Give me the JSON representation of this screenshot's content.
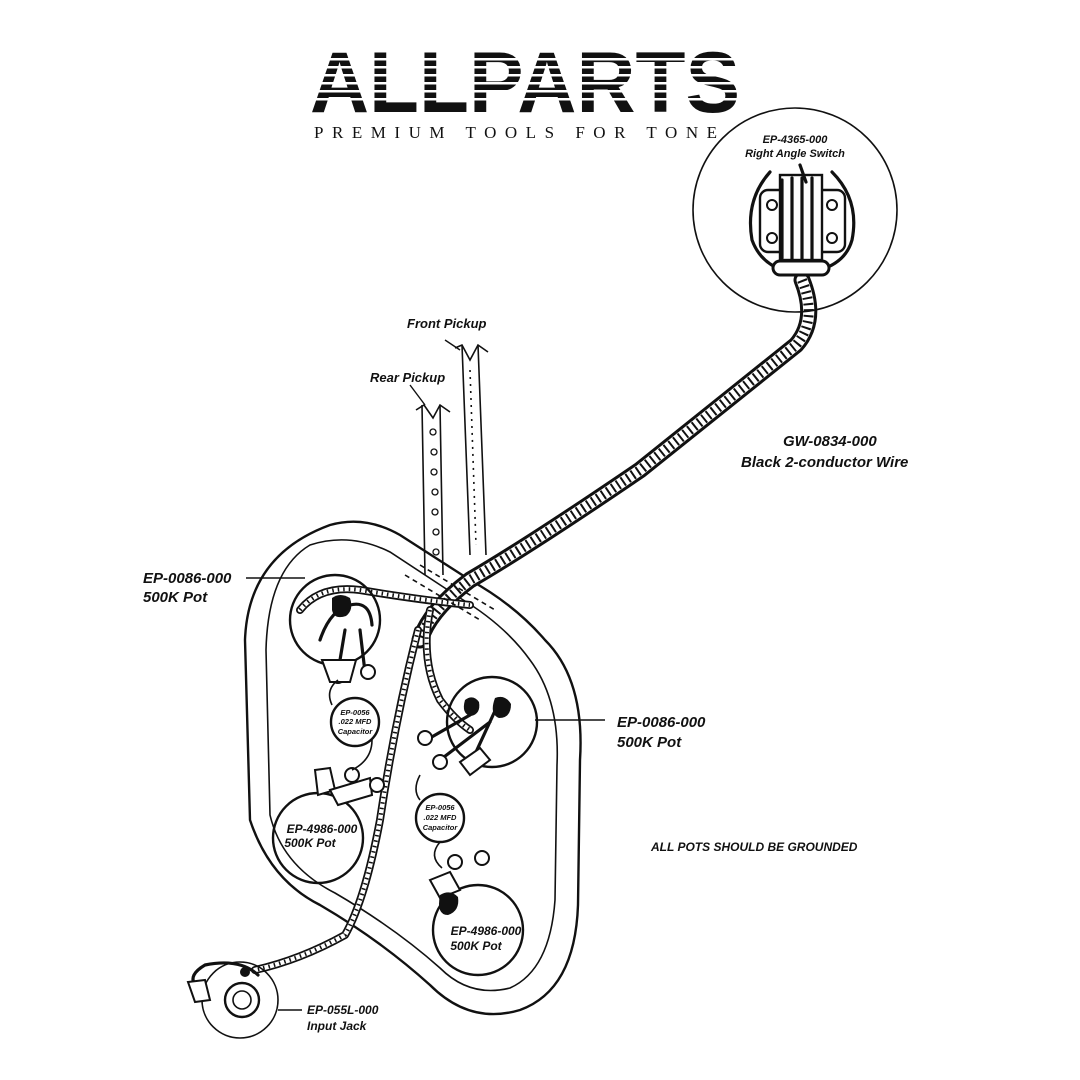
{
  "brand": {
    "logo_text": "ALLPARTS",
    "tagline": "PREMIUM TOOLS FOR TONE"
  },
  "labels": {
    "switch_part": "EP-4365-000",
    "switch_name": "Right Angle Switch",
    "front_pickup": "Front Pickup",
    "rear_pickup": "Rear Pickup",
    "wire_part": "GW-0834-000",
    "wire_name": "Black 2-conductor Wire",
    "pot_tl_part": "EP-0086-000",
    "pot_tl_value": "500K Pot",
    "pot_tr_part": "EP-0086-000",
    "pot_tr_value": "500K Pot",
    "cap1_part": "EP-0056",
    "cap1_value": ".022 MFD",
    "cap1_name": "Capacitor",
    "cap2_part": "EP-0056",
    "cap2_value": ".022 MFD",
    "cap2_name": "Capacitor",
    "pot_bl_part": "EP-4986-000",
    "pot_bl_value": "500K Pot",
    "pot_br_part": "EP-4986-000",
    "pot_br_value": "500K Pot",
    "note": "ALL POTS SHOULD BE GROUNDED",
    "jack_part": "EP-055L-000",
    "jack_name": "Input Jack"
  }
}
